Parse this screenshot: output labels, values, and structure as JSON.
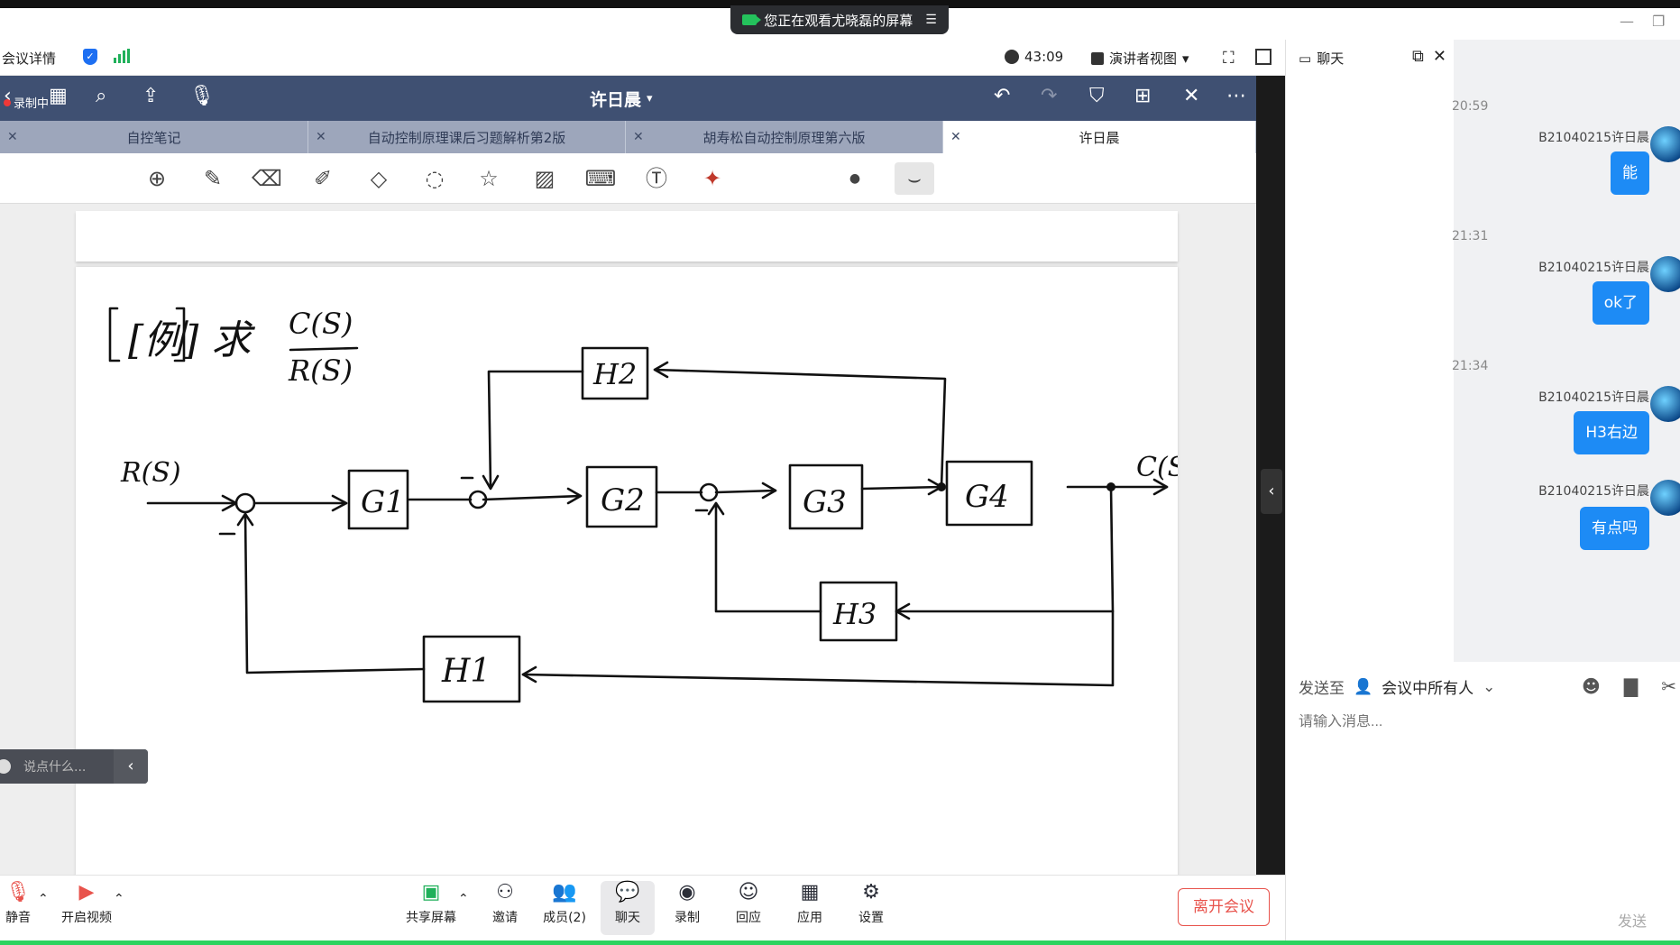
{
  "banner": {
    "text": "您正在观看尤晓磊的屏幕",
    "menu": "☰"
  },
  "infobar": {
    "details": "会议详情",
    "timer": "43:09",
    "view_mode": "演讲者视图"
  },
  "app": {
    "title": "许日晨",
    "recording": "录制中",
    "tabs": [
      {
        "label": "自控笔记"
      },
      {
        "label": "自动控制原理课后习题解析第2版"
      },
      {
        "label": "胡寿松自动控制原理第六版"
      },
      {
        "label": "许日晨"
      }
    ]
  },
  "diagram": {
    "title": "[例] 求",
    "frac_num": "C(S)",
    "frac_den": "R(S)",
    "input": "R(S)",
    "output": "C(S)",
    "blocks": {
      "g1": "G1",
      "g2": "G2",
      "g3": "G3",
      "g4": "G4",
      "h1": "H1",
      "h2": "H2",
      "h3": "H3"
    }
  },
  "speak": {
    "placeholder": "说点什么..."
  },
  "bottom": {
    "mute": "静音",
    "video": "开启视频",
    "share": "共享屏幕",
    "invite": "邀请",
    "members": "成员(2)",
    "chat": "聊天",
    "record": "录制",
    "react": "回应",
    "apps": "应用",
    "settings": "设置",
    "leave": "离开会议"
  },
  "chat": {
    "title": "聊天",
    "messages": [
      {
        "time": "20:59",
        "sender": "B21040215许日晨",
        "text": "能"
      },
      {
        "time": "21:31",
        "sender": "B21040215许日晨",
        "text": "ok了"
      },
      {
        "time": "21:34",
        "sender": "B21040215许日晨",
        "text": "H3右边"
      },
      {
        "time": "",
        "sender": "B21040215许日晨",
        "text": "有点吗"
      }
    ],
    "send_to_label": "发送至",
    "send_to_target": "会议中所有人",
    "input_placeholder": "请输入消息...",
    "send": "发送"
  },
  "colors": {
    "header": "#3f5072",
    "accent": "#1d8bf5",
    "leave": "#e8534c"
  }
}
